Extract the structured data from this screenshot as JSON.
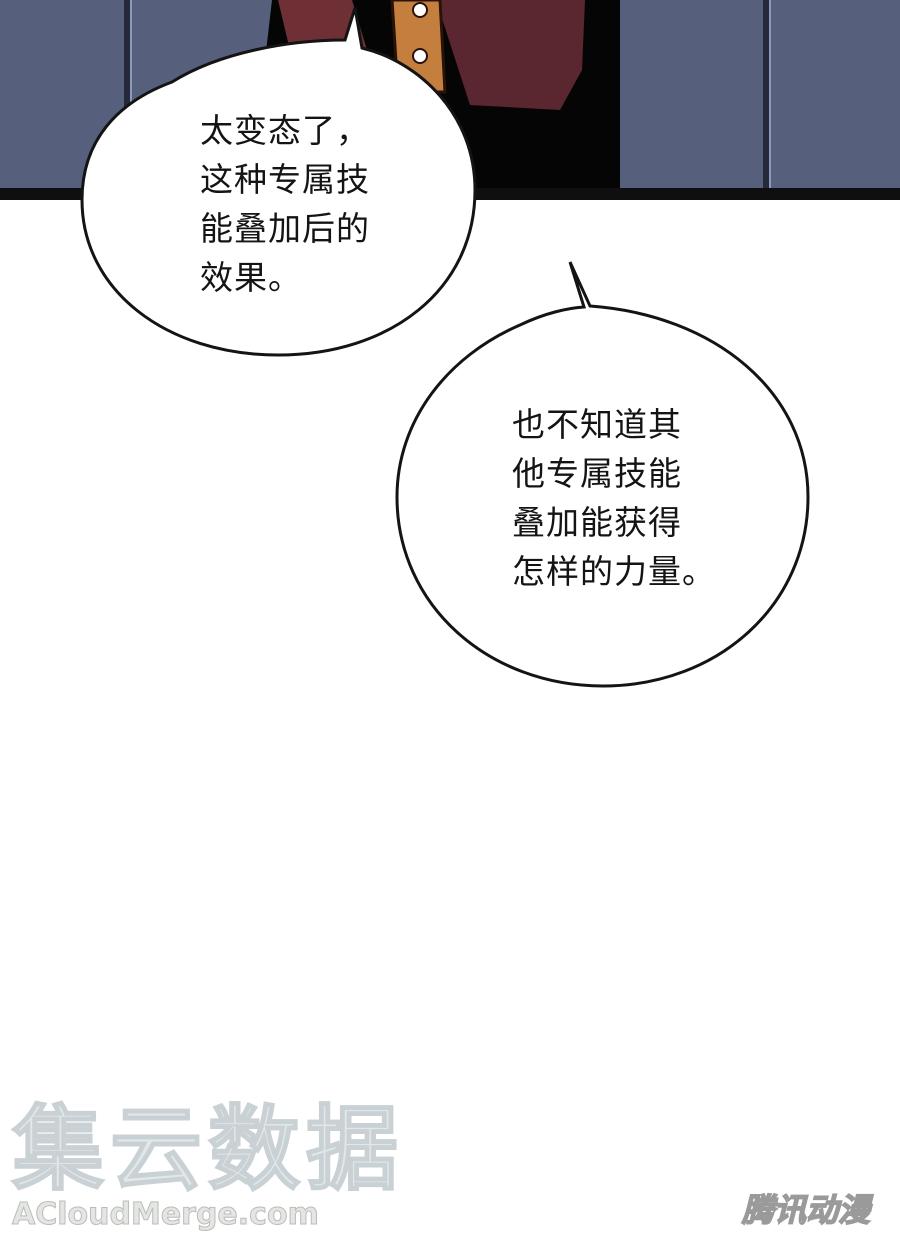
{
  "bubbles": [
    {
      "lines": [
        "太变态了，",
        "这种专属技",
        "能叠加后的",
        "效果。"
      ]
    },
    {
      "lines": [
        "也不知道其",
        "他专属技能",
        "叠加能获得",
        "怎样的力量。"
      ]
    }
  ],
  "watermark": {
    "cn": "集云数据",
    "en": "ACloudMerge.com",
    "publisher": "腾讯动漫"
  },
  "colors": {
    "wall": "#5a6480",
    "panel_border": "#0f0f12",
    "jacket": "#6e2f35",
    "button_strip": "#c47f3f",
    "bubble_fill": "#ffffff",
    "bubble_stroke": "#141414"
  }
}
